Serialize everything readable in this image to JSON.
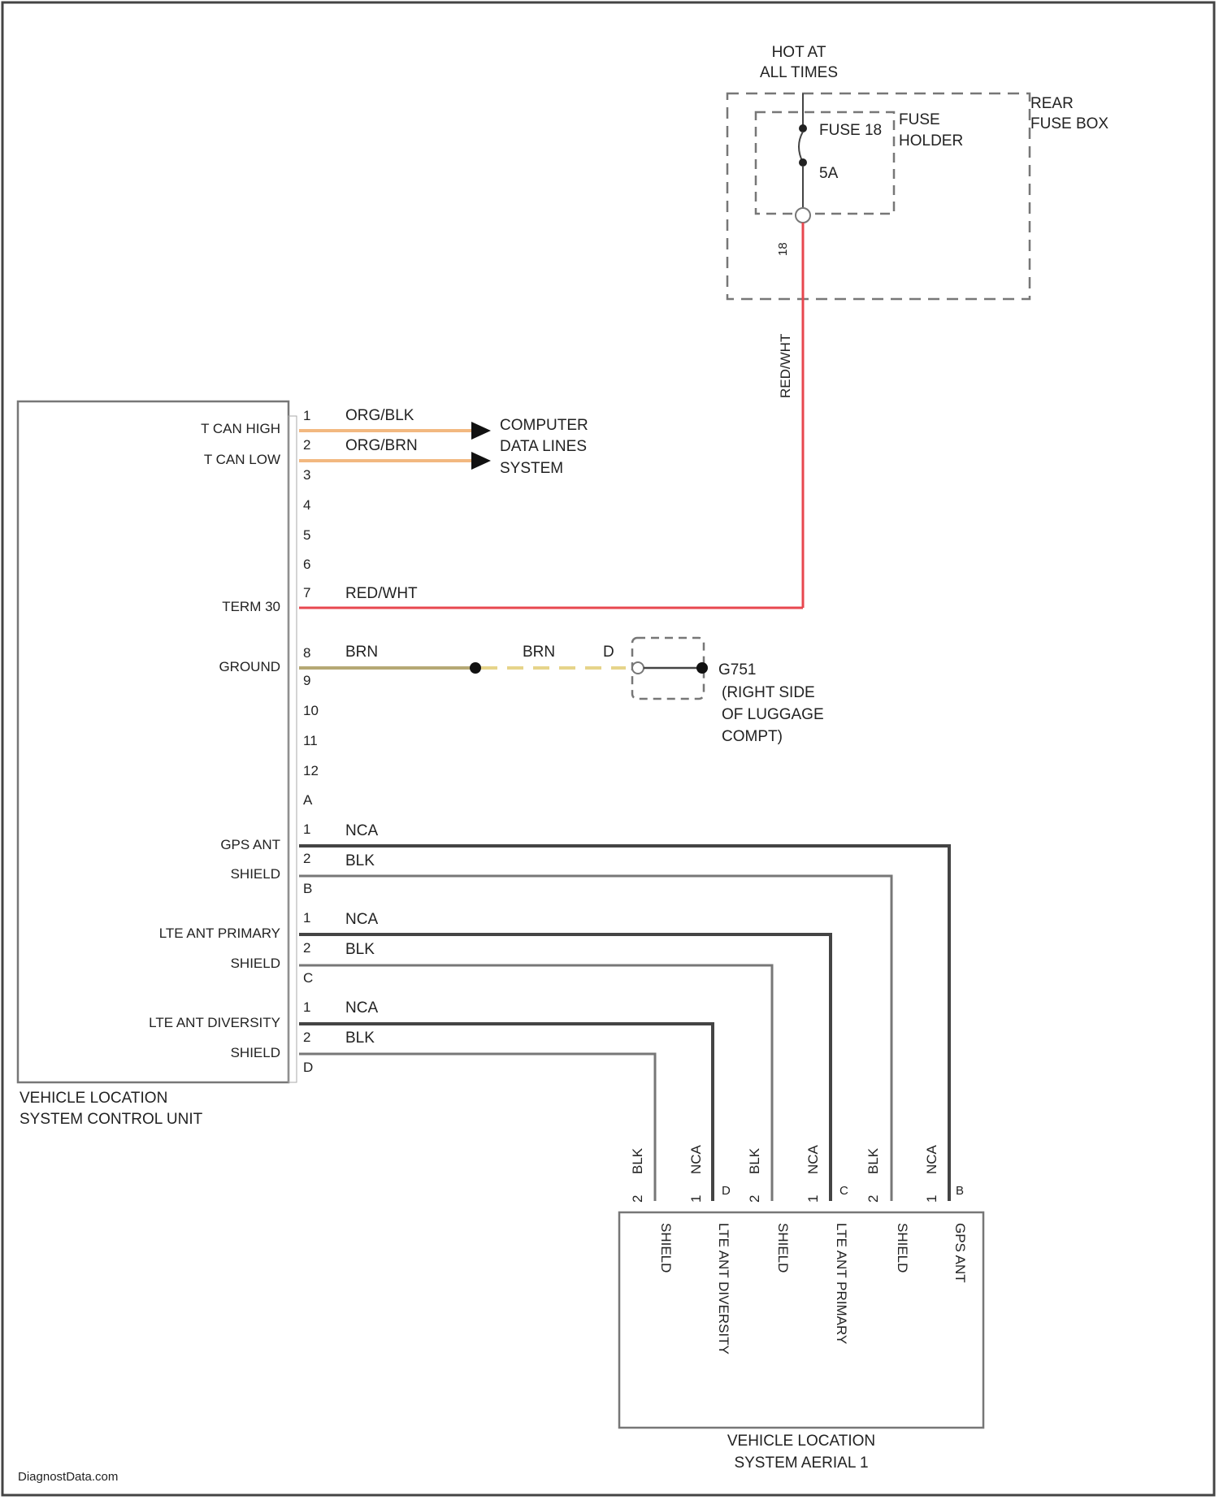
{
  "colors": {
    "frame": "#555555",
    "red_wire": "#e8474f",
    "orange_wire": "#f2b880",
    "tan_wire": "#b5a874",
    "yellow_wire": "#e6d48a",
    "black_wire": "#444444",
    "gray_wire": "#777777"
  },
  "fuse_box": {
    "hot_label_1": "HOT AT",
    "hot_label_2": "ALL TIMES",
    "rear_label_1": "REAR",
    "rear_label_2": "FUSE BOX",
    "fuse_label": "FUSE 18",
    "holder_label_1": "FUSE",
    "holder_label_2": "HOLDER",
    "amp_label": "5A",
    "pin_label": "18"
  },
  "power_wire": {
    "vertical_color": "RED/WHT",
    "horizontal_color": "RED/WHT",
    "pin": "7",
    "pin_name": "TERM 30"
  },
  "control_unit": {
    "title_1": "VEHICLE LOCATION",
    "title_2": "SYSTEM CONTROL UNIT",
    "pins_a": [
      {
        "num": "1",
        "name": "T CAN HIGH"
      },
      {
        "num": "2",
        "name": "T CAN LOW"
      },
      {
        "num": "3",
        "name": ""
      },
      {
        "num": "4",
        "name": ""
      },
      {
        "num": "5",
        "name": ""
      },
      {
        "num": "6",
        "name": ""
      },
      {
        "num": "7",
        "name": "TERM 30"
      },
      {
        "num": "8",
        "name": "GROUND"
      },
      {
        "num": "9",
        "name": ""
      },
      {
        "num": "10",
        "name": ""
      },
      {
        "num": "11",
        "name": ""
      },
      {
        "num": "12",
        "name": ""
      }
    ],
    "connector_a": "A",
    "connector_b": "B",
    "connector_c": "C",
    "connector_d": "D",
    "gps_ant": "GPS ANT",
    "shield": "SHIELD",
    "lte_primary": "LTE ANT PRIMARY",
    "lte_diversity": "LTE ANT DIVERSITY"
  },
  "can": {
    "wire1": "ORG/BLK",
    "wire2": "ORG/BRN",
    "dest_1": "COMPUTER",
    "dest_2": "DATA LINES",
    "dest_3": "SYSTEM"
  },
  "ground": {
    "wire1": "BRN",
    "wire2": "BRN",
    "connector": "D",
    "ground_name": "G751",
    "location_1": "(RIGHT SIDE",
    "location_2": "OF LUGGAGE",
    "location_3": "COMPT)"
  },
  "coax": {
    "nca": "NCA",
    "blk": "BLK",
    "pin1": "1",
    "pin2": "2"
  },
  "aerial": {
    "title_1": "VEHICLE LOCATION",
    "title_2": "SYSTEM AERIAL 1",
    "pins": [
      "SHIELD",
      "LTE ANT DIVERSITY",
      "SHIELD",
      "LTE ANT PRIMARY",
      "SHIELD",
      "GPS ANT"
    ],
    "wire_colors": [
      "BLK",
      "NCA",
      "BLK",
      "NCA",
      "BLK",
      "NCA"
    ],
    "pin_nums": [
      "2",
      "1",
      "2",
      "1",
      "2",
      "1"
    ],
    "connector_ids": [
      "D",
      "",
      "C",
      "",
      "B",
      ""
    ]
  },
  "footer": {
    "watermark": "DiagnostData.com"
  }
}
